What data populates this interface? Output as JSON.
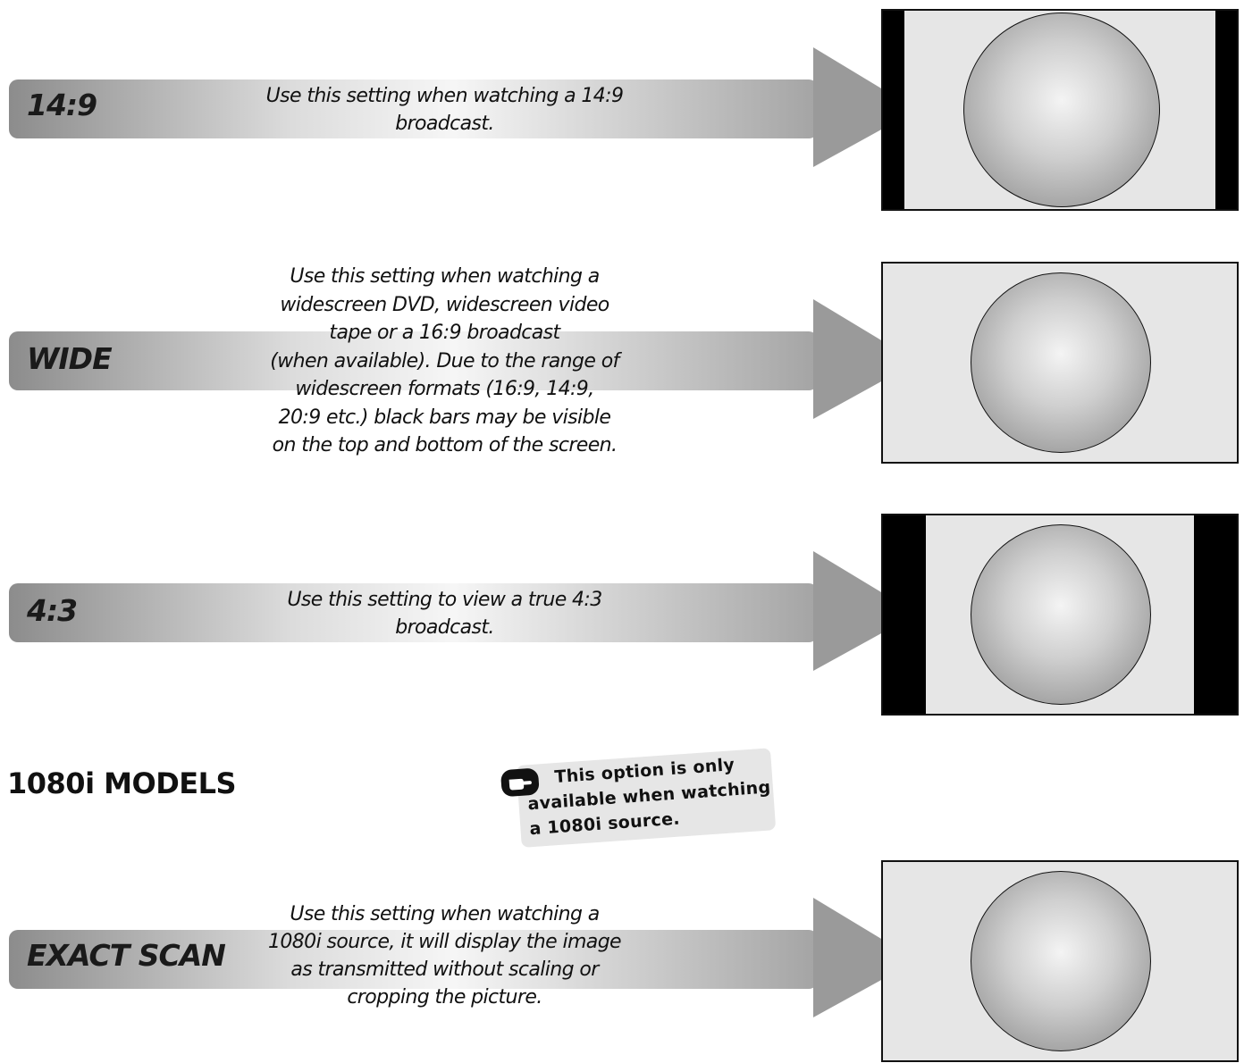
{
  "rows": [
    {
      "label": "14:9",
      "description": [
        "Use this setting when watching a 14:9",
        "broadcast."
      ]
    },
    {
      "label": "WIDE",
      "description": [
        "Use this setting when watching a",
        "widescreen DVD, widescreen video",
        "tape or a 16:9 broadcast",
        "(when available). Due to the range of",
        "widescreen formats (16:9, 14:9,",
        "20:9 etc.) black bars may be visible",
        "on the top and bottom of the screen."
      ]
    },
    {
      "label": "4:3",
      "description": [
        "Use this setting to view a true 4:3",
        "broadcast."
      ]
    },
    {
      "label": "EXACT SCAN",
      "description": [
        "Use this setting when watching a",
        "1080i source, it will display the image",
        "as transmitted without scaling or",
        "cropping the picture."
      ]
    }
  ],
  "section_title": "1080i MODELS",
  "note": {
    "icon": "pointing-hand-icon",
    "lines": [
      "This option is only",
      "available when watching",
      "a 1080i source."
    ]
  },
  "colors": {
    "arrow_dark": "#909090",
    "arrow_light": "#f4f4f4",
    "arrow_head": "#9a9a9a",
    "screen_bg": "#e6e6e6",
    "bars": "#000000"
  }
}
